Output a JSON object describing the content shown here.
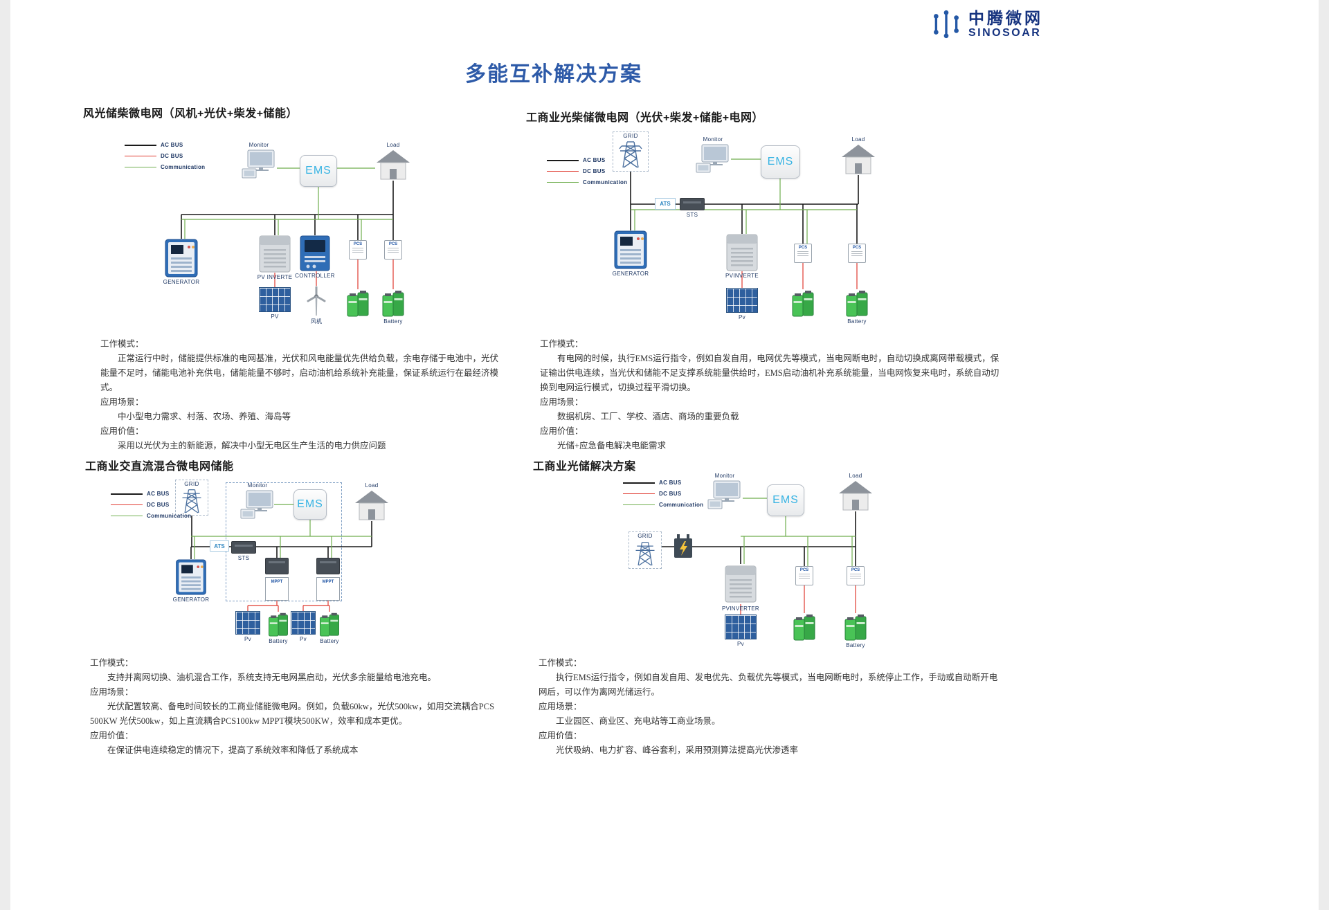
{
  "page": {
    "title": "多能互补解决方案",
    "logo": {
      "cn": "中腾微网",
      "en": "SINOSOAR"
    }
  },
  "legend": {
    "ac": "AC BUS",
    "dc": "DC BUS",
    "comm": "Communication"
  },
  "colors": {
    "ac": "#1a1a1a",
    "dc": "#e0392f",
    "comm": "#6fae4e",
    "accent": "#2d5aa8",
    "logo": "#16337f"
  },
  "diagrams": {
    "d1": {
      "title": "风光储柴微电网（风机+光伏+柴发+储能）",
      "labels": {
        "monitor": "Monitor",
        "ems": "EMS",
        "load": "Load",
        "generator": "GENERATOR",
        "inverter": "PV INVERTE",
        "controller": "CONTROLLER",
        "pcs": "PCS",
        "pv": "PV",
        "wind": "风机",
        "battery": "Battery"
      },
      "sections": [
        {
          "h": "工作模式：",
          "b": "正常运行中时，储能提供标准的电网基准，光伏和风电能量优先供给负载，余电存储于电池中，光伏能量不足时，储能电池补充供电，储能能量不够时，启动油机给系统补充能量，保证系统运行在最经济模式。"
        },
        {
          "h": "应用场景：",
          "b": "中小型电力需求、村落、农场、养殖、海岛等"
        },
        {
          "h": "应用价值：",
          "b": "采用以光伏为主的新能源，解决中小型无电区生产生活的电力供应问题"
        }
      ]
    },
    "d2": {
      "title": "工商业光柴储微电网（光伏+柴发+储能+电网）",
      "labels": {
        "grid": "GRID",
        "monitor": "Monitor",
        "ems": "EMS",
        "load": "Load",
        "ats": "ATS",
        "sts": "STS",
        "generator": "GENERATOR",
        "inverter": "PVINVERTE",
        "pcs": "PCS",
        "pv": "Pv",
        "battery": "Battery"
      },
      "sections": [
        {
          "h": "工作模式：",
          "b": "有电网的时候，执行EMS运行指令，例如自发自用，电网优先等模式，当电网断电时，自动切换成离网带载模式，保证输出供电连续，当光伏和储能不足支撑系统能量供给时，EMS启动油机补充系统能量，当电网恢复来电时，系统自动切换到电网运行模式，切换过程平滑切换。"
        },
        {
          "h": "应用场景：",
          "b": "数据机房、工厂、学校、酒店、商场的重要负载"
        },
        {
          "h": "应用价值：",
          "b": "光储+应急备电解决电能需求"
        }
      ]
    },
    "d3": {
      "title": "工商业交直流混合微电网储能",
      "labels": {
        "grid": "GRID",
        "monitor": "Monitor",
        "ems": "EMS",
        "load": "Load",
        "ats": "ATS",
        "sts": "STS",
        "generator": "GENERATOR",
        "mppt": "MPPT",
        "pv": "Pv",
        "battery": "Battery"
      },
      "sections": [
        {
          "h": "工作模式：",
          "b": "支持并离网切换、油机混合工作，系统支持无电网黑启动，光伏多余能量给电池充电。"
        },
        {
          "h": "应用场景：",
          "b": "光伏配置较高、备电时间较长的工商业储能微电网。例如，负载60kw，光伏500kw，如用交流耦合PCS 500KW 光伏500kw，如上直流耦合PCS100kw MPPT模块500KW，效率和成本更优。"
        },
        {
          "h": "应用价值：",
          "b": "在保证供电连续稳定的情况下，提高了系统效率和降低了系统成本"
        }
      ]
    },
    "d4": {
      "title": "工商业光储解决方案",
      "labels": {
        "grid": "GRID",
        "monitor": "Monitor",
        "ems": "EMS",
        "load": "Load",
        "inverter": "PVINVERTER",
        "pcs": "PCS",
        "pv": "Pv",
        "battery": "Battery"
      },
      "sections": [
        {
          "h": "工作模式：",
          "b": "执行EMS运行指令，例如自发自用、发电优先、负载优先等模式，当电网断电时，系统停止工作，手动或自动断开电网后，可以作为离网光储运行。"
        },
        {
          "h": "应用场景：",
          "b": "工业园区、商业区、充电站等工商业场景。"
        },
        {
          "h": "应用价值：",
          "b": "光伏吸纳、电力扩容、峰谷套利，采用预测算法提高光伏渗透率"
        }
      ]
    }
  }
}
